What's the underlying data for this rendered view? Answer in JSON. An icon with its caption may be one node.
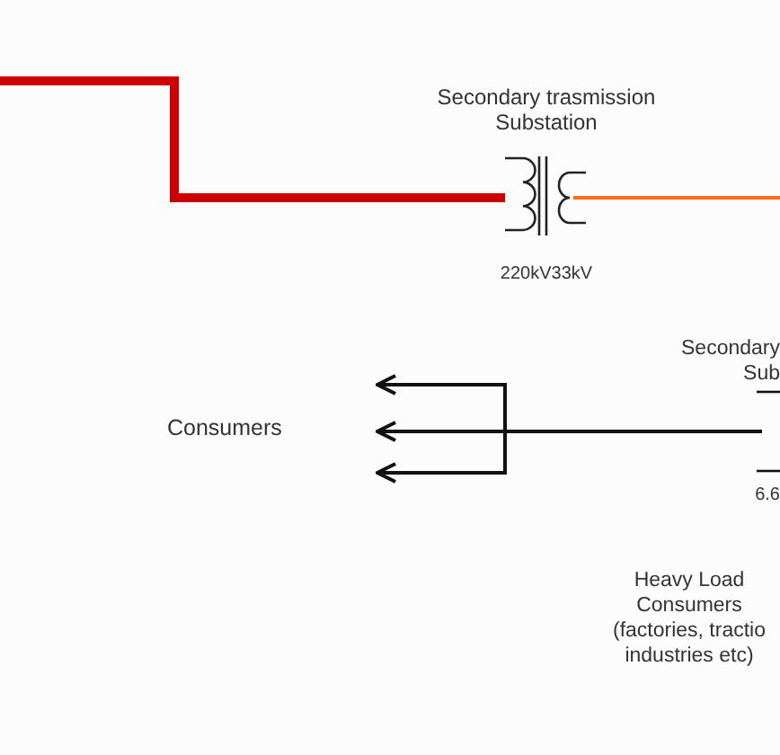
{
  "diagram": {
    "nodes": [
      {
        "text": [
          "Secondary trasmission Substation",
          "220kV33kV"
        ]
      },
      {
        "text": [
          "Consumers"
        ]
      },
      {
        "text": [
          "Secondary Sub",
          "6.6"
        ]
      }
    ],
    "edges": [
      {
        "from": null,
        "to": 0,
        "arrow": "none",
        "style": "thick",
        "color": "#cc0000"
      },
      {
        "from": 0,
        "to": null,
        "arrow": "none",
        "color": "#ff6a13"
      },
      {
        "from": 2,
        "to": 1,
        "arrow": "to"
      },
      {
        "from": 2,
        "to": 1,
        "arrow": "to"
      },
      {
        "from": 2,
        "to": 1,
        "arrow": "to"
      }
    ],
    "labels": [
      "Heavy Load Consumers (factories, tractio industries etc)"
    ]
  }
}
